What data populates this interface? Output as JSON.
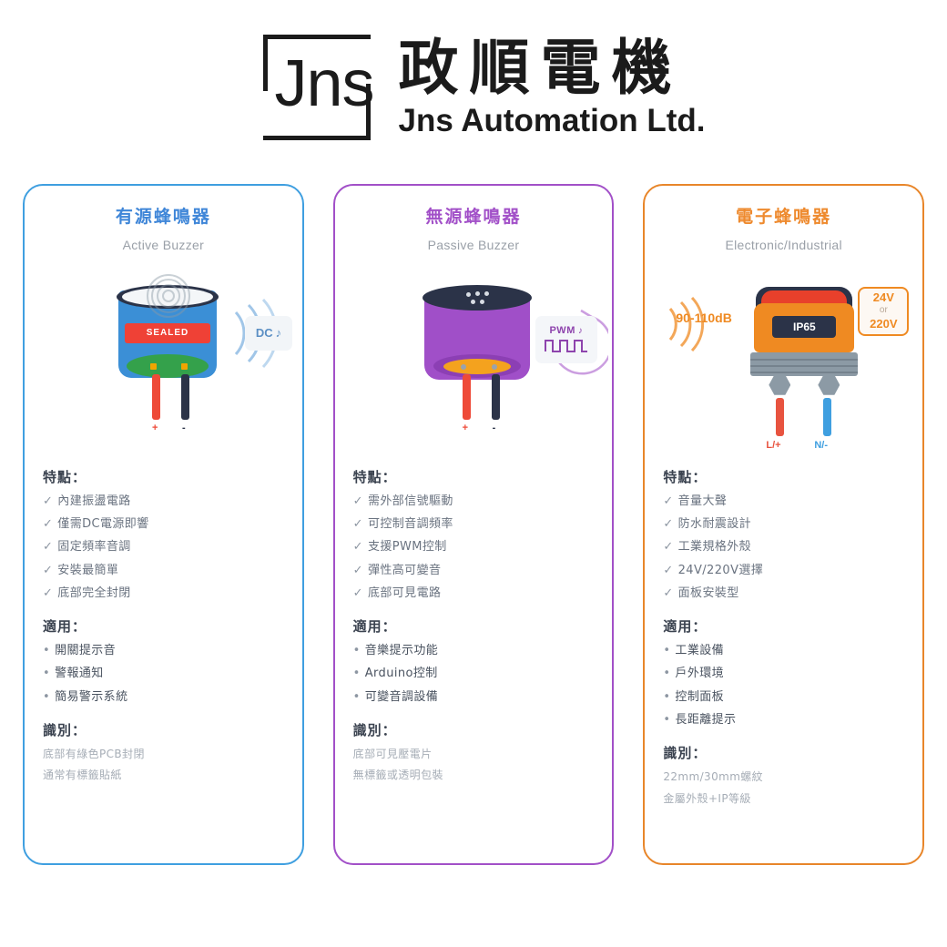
{
  "header": {
    "logo_monogram": "Jns",
    "company_cn": "政順電機",
    "company_en": "Jns Automation Ltd."
  },
  "colors": {
    "blue": "#3f9fe0",
    "purple": "#a250c8",
    "orange": "#e8862a",
    "title_blue": "#3f86d8",
    "title_purple": "#a250c8",
    "title_orange": "#ee8a2e"
  },
  "section_labels": {
    "features": "特點：",
    "applications": "適用：",
    "identification": "識別："
  },
  "cards": [
    {
      "title": "有源蜂鳴器",
      "subtitle": "Active Buzzer",
      "illustration": {
        "body_label": "SEALED",
        "badge": "DC",
        "wire_positive": "+",
        "wire_negative": "-"
      },
      "features": [
        "內建振盪電路",
        "僅需DC電源即響",
        "固定頻率音調",
        "安裝最簡單",
        "底部完全封閉"
      ],
      "applications": [
        "開關提示音",
        "警報通知",
        "簡易警示系統"
      ],
      "identification": [
        "底部有綠色PCB封閉",
        "通常有標籤貼紙"
      ]
    },
    {
      "title": "無源蜂鳴器",
      "subtitle": "Passive Buzzer",
      "illustration": {
        "badge": "PWM",
        "wire_positive": "+",
        "wire_negative": "-"
      },
      "features": [
        "需外部信號驅動",
        "可控制音調頻率",
        "支援PWM控制",
        "彈性高可變音",
        "底部可見電路"
      ],
      "applications": [
        "音樂提示功能",
        "Arduino控制",
        "可變音調設備"
      ],
      "identification": [
        "底部可見壓電片",
        "無標籤或透明包裝"
      ]
    },
    {
      "title": "電子蜂鳴器",
      "subtitle": "Electronic/Industrial",
      "illustration": {
        "ip_rating": "IP65",
        "db_label": "90-110dB",
        "voltage_primary": "24V",
        "voltage_conjunction": "or",
        "voltage_secondary": "220V",
        "wire_live": "L/+",
        "wire_neutral": "N/-"
      },
      "features": [
        "音量大聲",
        "防水耐震設計",
        "工業規格外殼",
        "24V/220V選擇",
        "面板安裝型"
      ],
      "applications": [
        "工業設備",
        "戶外環境",
        "控制面板",
        "長距離提示"
      ],
      "identification": [
        "22mm/30mm螺紋",
        "金屬外殼+IP等級"
      ]
    }
  ],
  "icons": {
    "check": "✓",
    "bullet": "•"
  }
}
